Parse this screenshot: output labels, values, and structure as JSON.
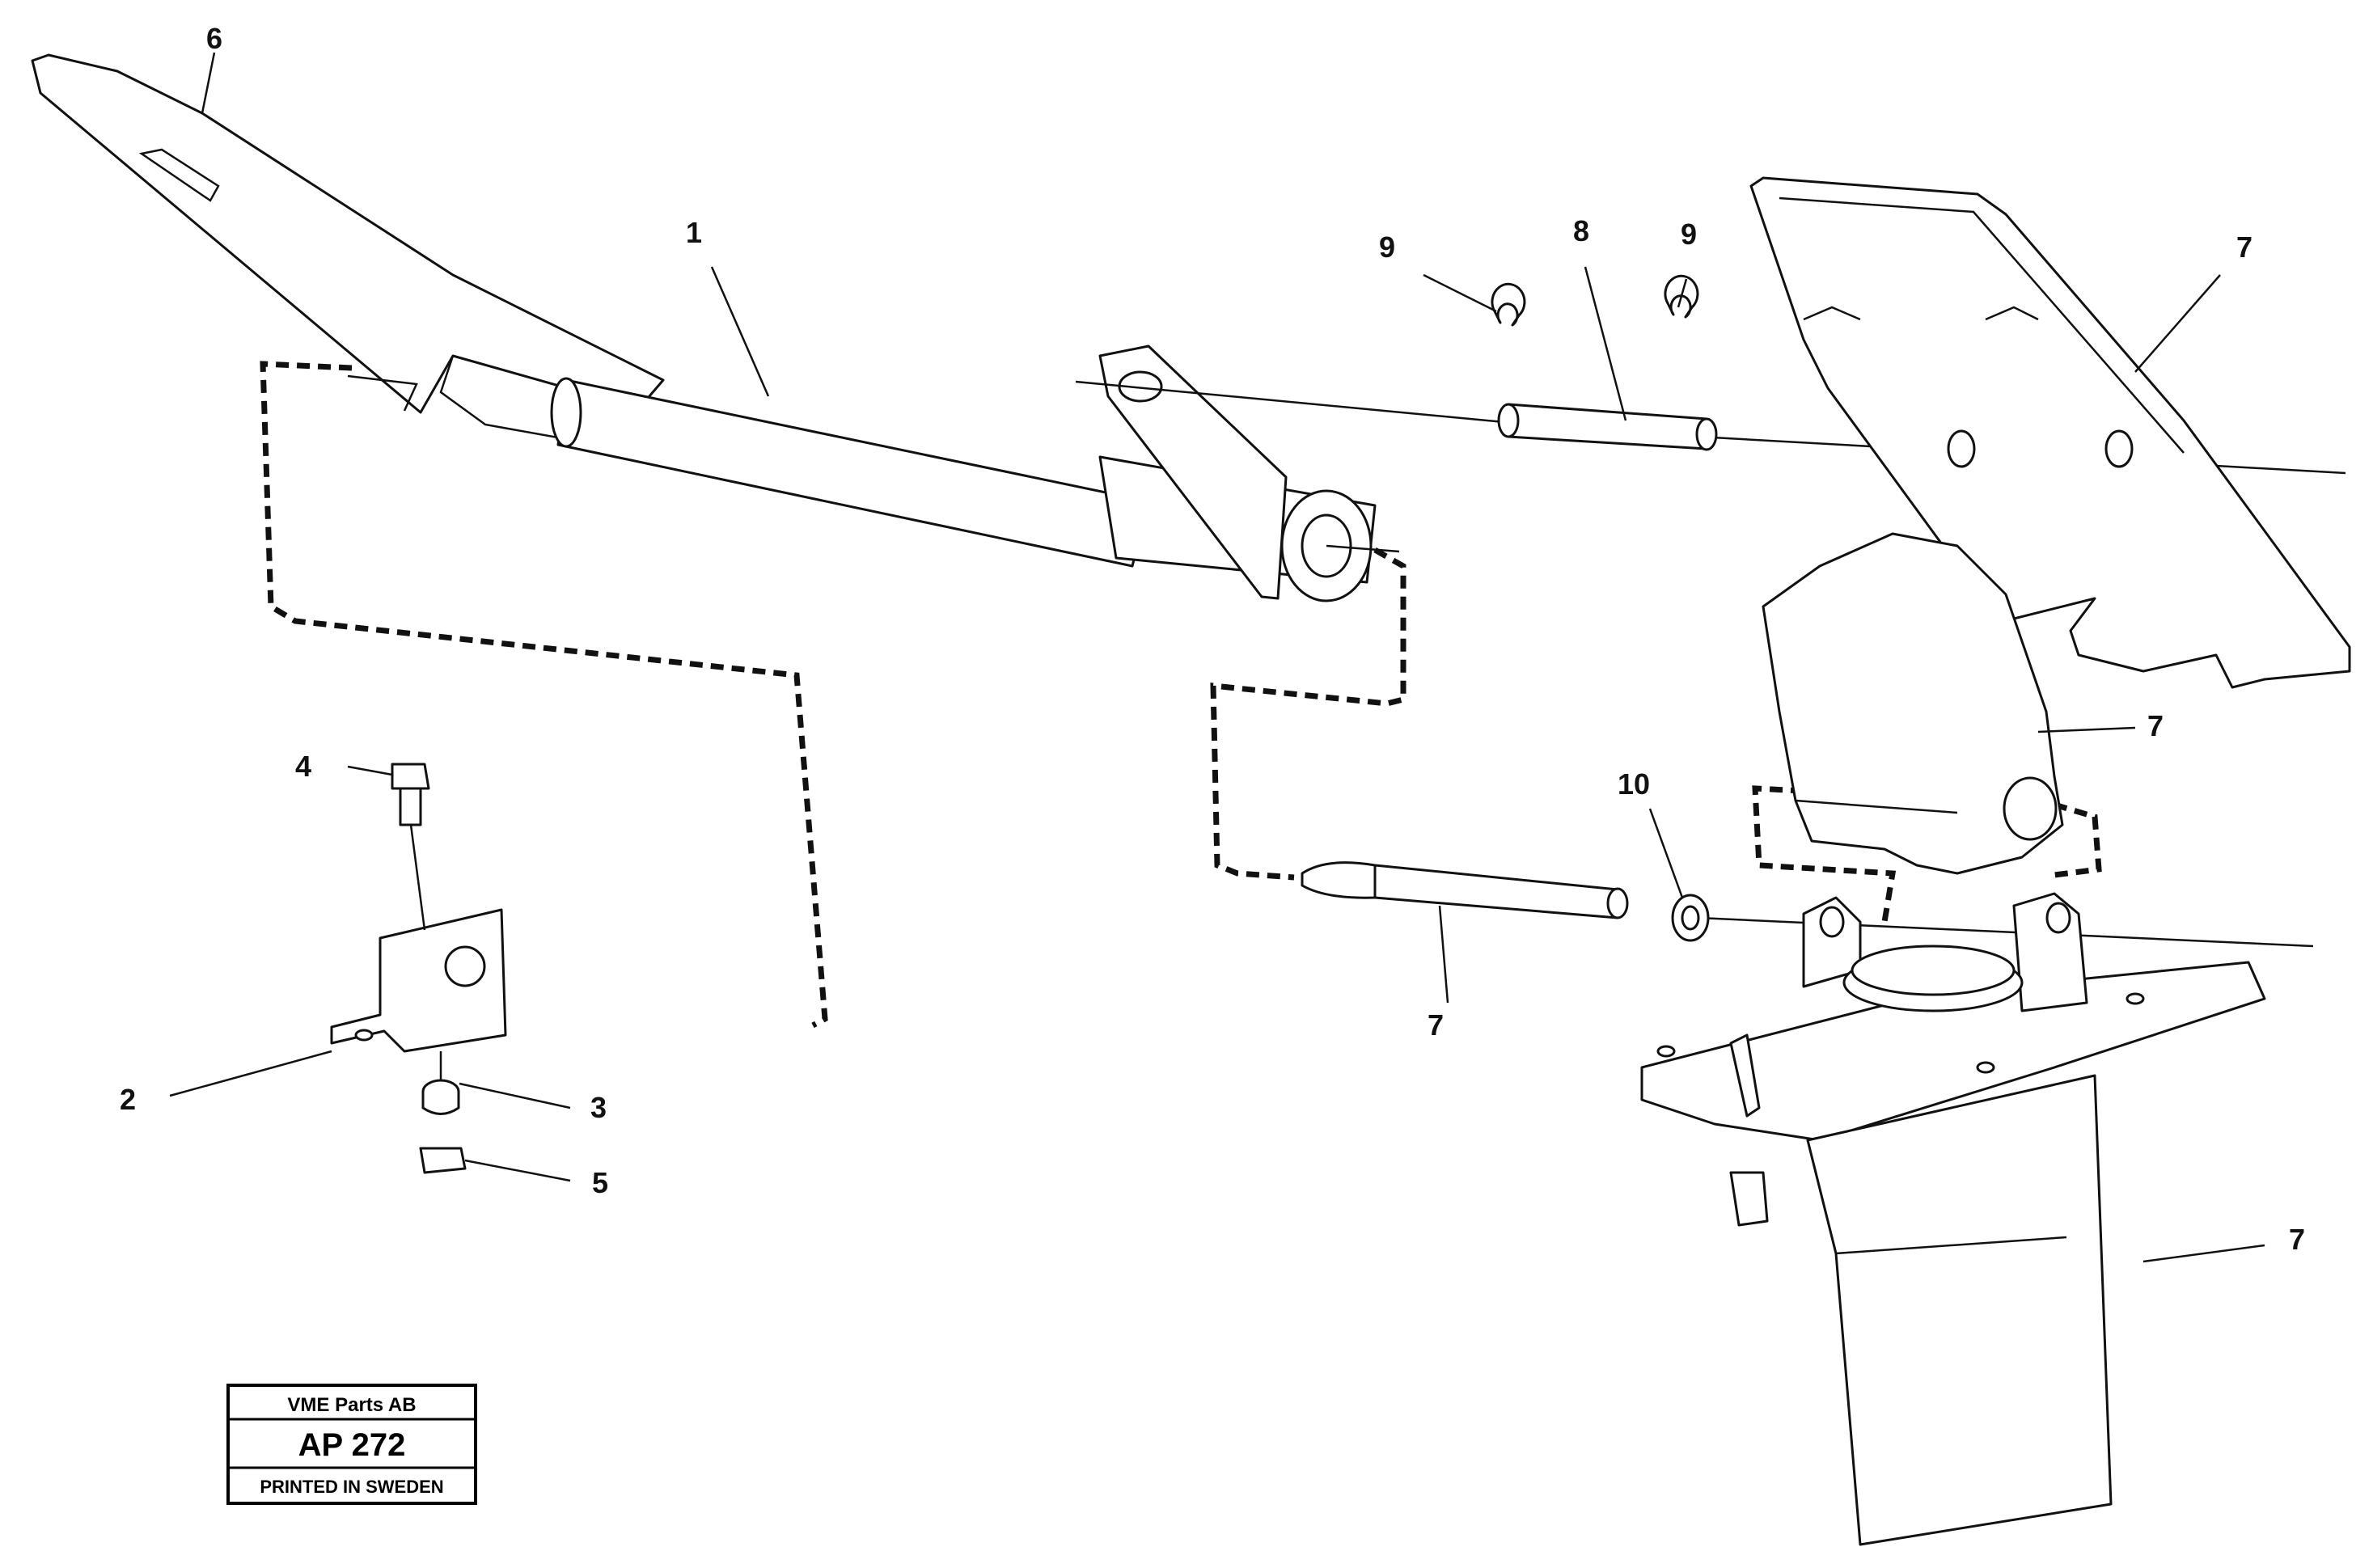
{
  "callouts": {
    "c1": "1",
    "c2": "2",
    "c3": "3",
    "c4": "4",
    "c5": "5",
    "c6": "6",
    "c7a": "7",
    "c7b": "7",
    "c7c": "7",
    "c7d": "7",
    "c8": "8",
    "c9a": "9",
    "c9b": "9",
    "c10": "10"
  },
  "stamp": {
    "company": "VME Parts AB",
    "code": "AP 272",
    "printed": "PRINTED IN SWEDEN"
  }
}
